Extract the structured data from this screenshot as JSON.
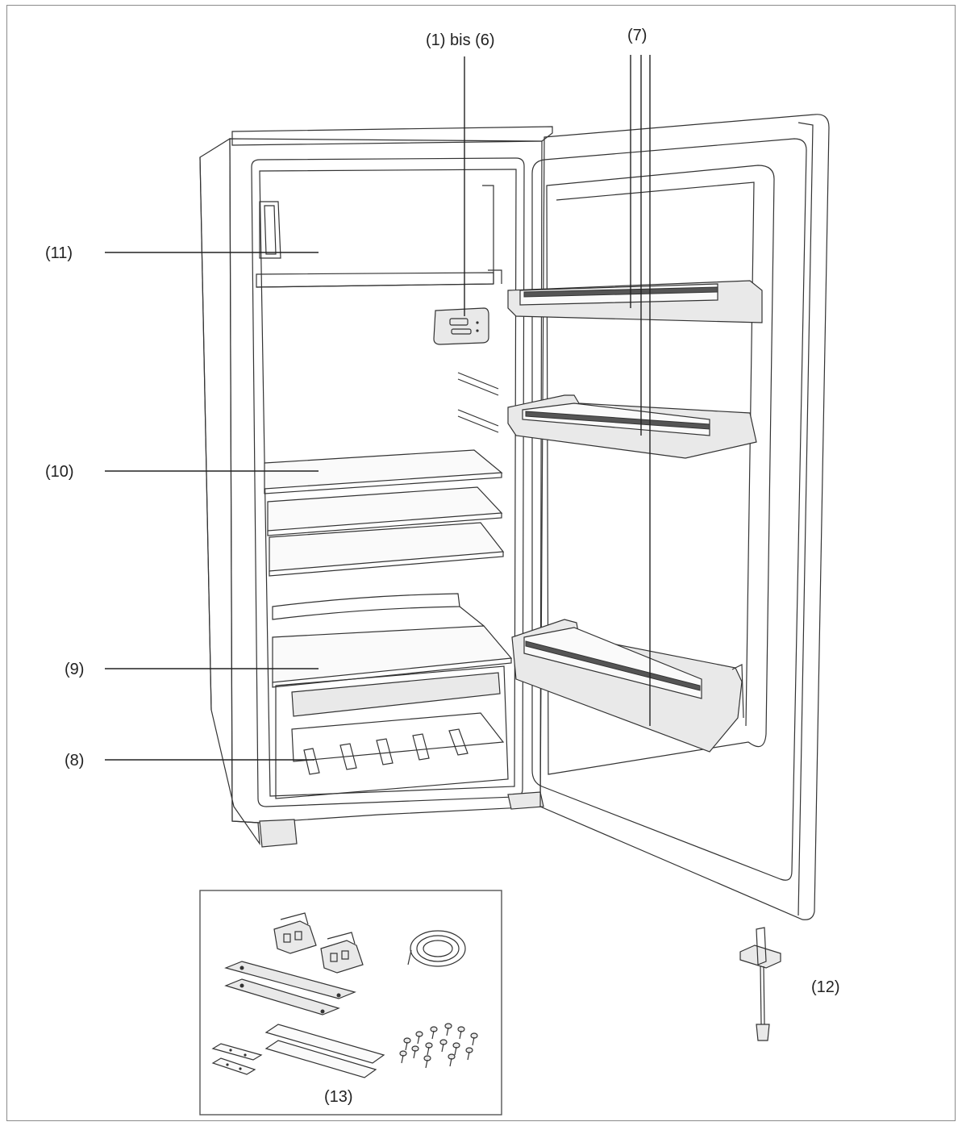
{
  "labels": {
    "l1to6": "(1) bis (6)",
    "l7": "(7)",
    "l8": "(8)",
    "l9": "(9)",
    "l10": "(10)",
    "l11": "(11)",
    "l12": "(12)",
    "l13": "(13)"
  }
}
